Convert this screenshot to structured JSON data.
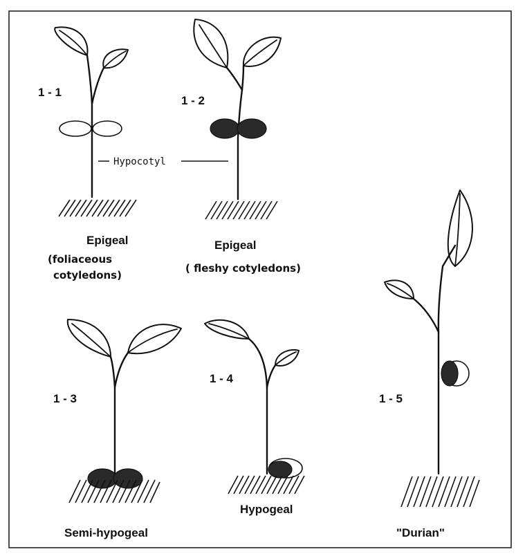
{
  "panels": [
    {
      "id": "1-1",
      "number": "1 - 1",
      "label": "Epigeal",
      "sub1": "(foliaceous",
      "sub2": "cotyledons)"
    },
    {
      "id": "1-2",
      "number": "1 - 2",
      "label": "Epigeal",
      "sub1": "( fleshy  cotyledons)"
    },
    {
      "id": "1-3",
      "number": "1 - 3",
      "label": "Semi-hypogeal"
    },
    {
      "id": "1-4",
      "number": "1 - 4",
      "label": "Hypogeal"
    },
    {
      "id": "1-5",
      "number": "1 - 5",
      "label": "\"Durian\""
    }
  ],
  "hypocotyl_label": "Hypocotyl"
}
